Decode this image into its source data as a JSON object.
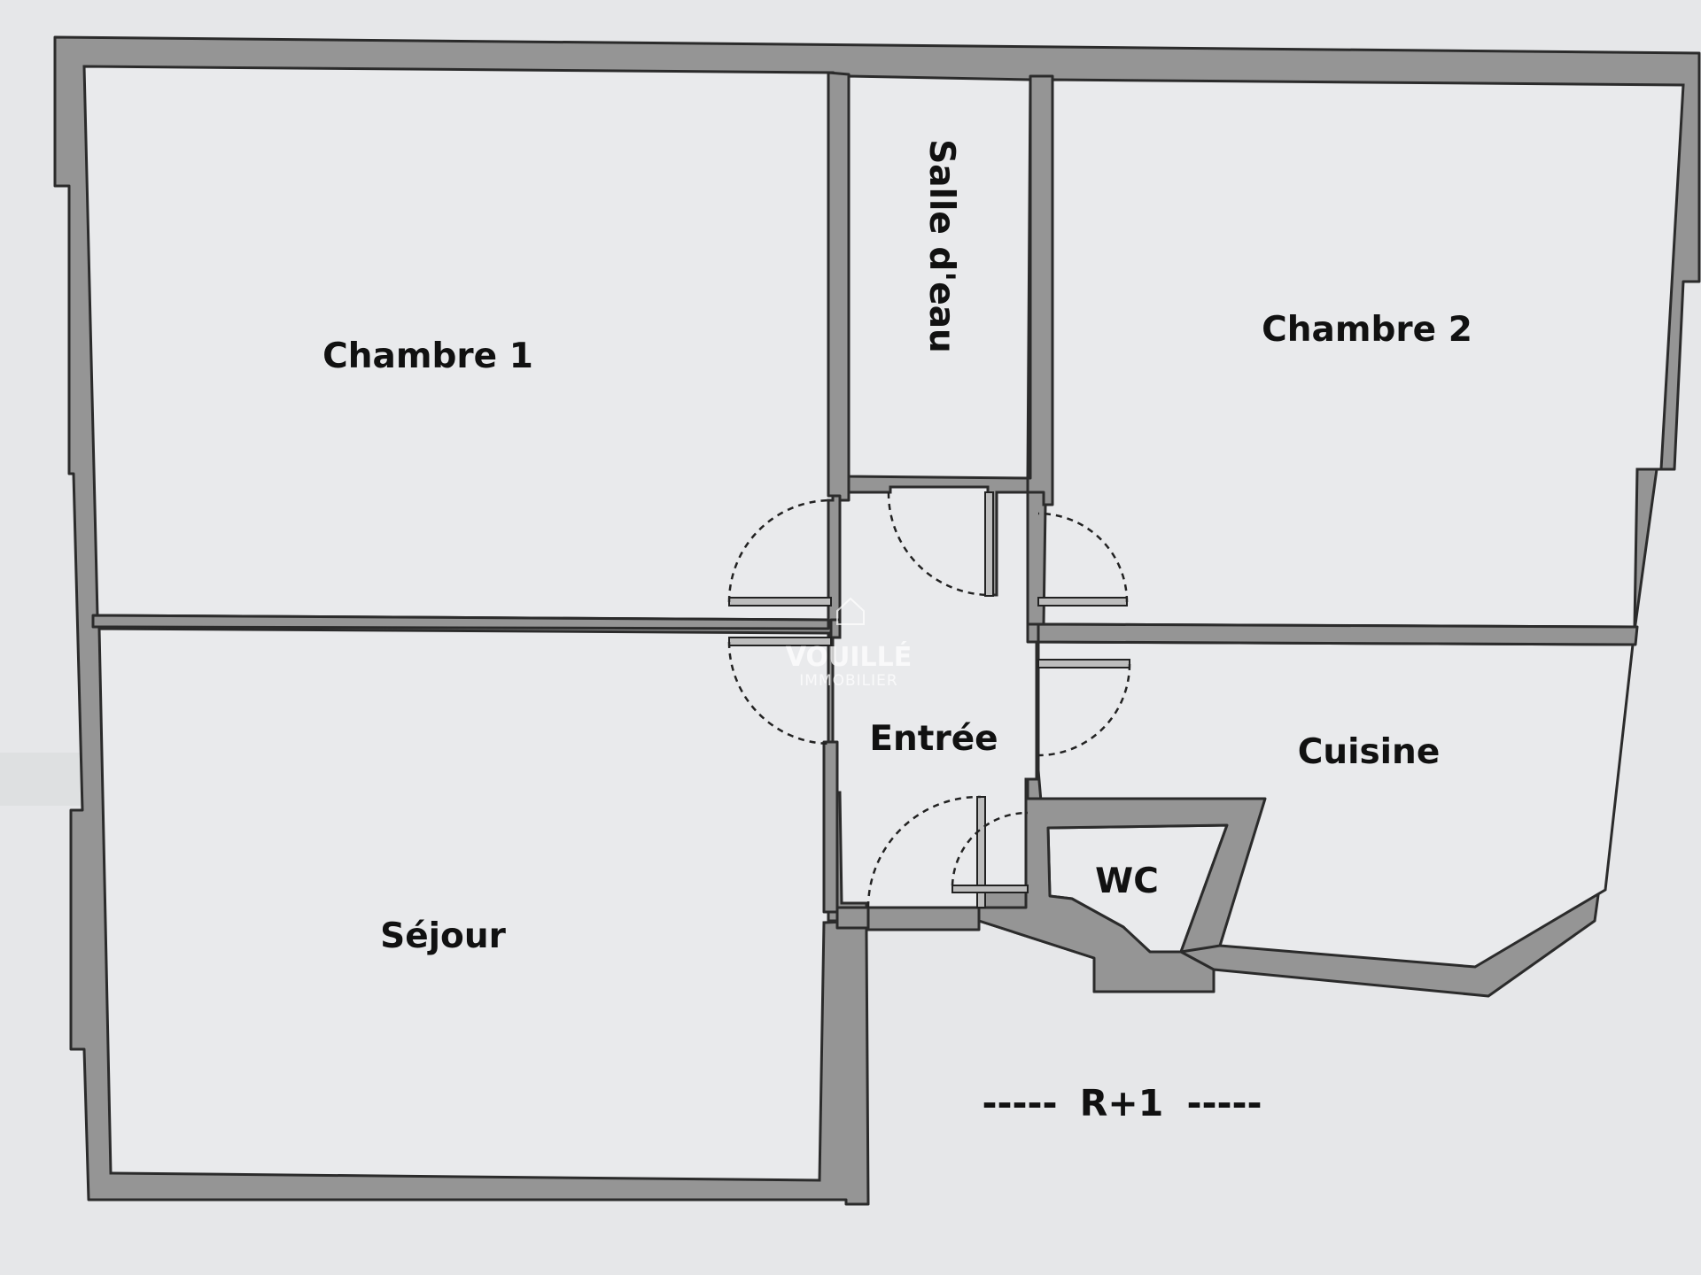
{
  "plan": {
    "rooms": {
      "chambre1": "Chambre 1",
      "sejour": "Séjour",
      "salle_deau": "Salle d'eau",
      "chambre2": "Chambre 2",
      "entree": "Entrée",
      "cuisine": "Cuisine",
      "wc": "WC"
    },
    "level": "R+1",
    "level_dashes": "-----",
    "watermark": {
      "line1": "VOUILLÉ",
      "line2": "IMMOBILIER",
      "icon": "house-icon"
    },
    "colors": {
      "wall_fill": "#959595",
      "room_fill": "#e9eaec",
      "background": "#e6e7e9",
      "ink": "#222222"
    }
  }
}
